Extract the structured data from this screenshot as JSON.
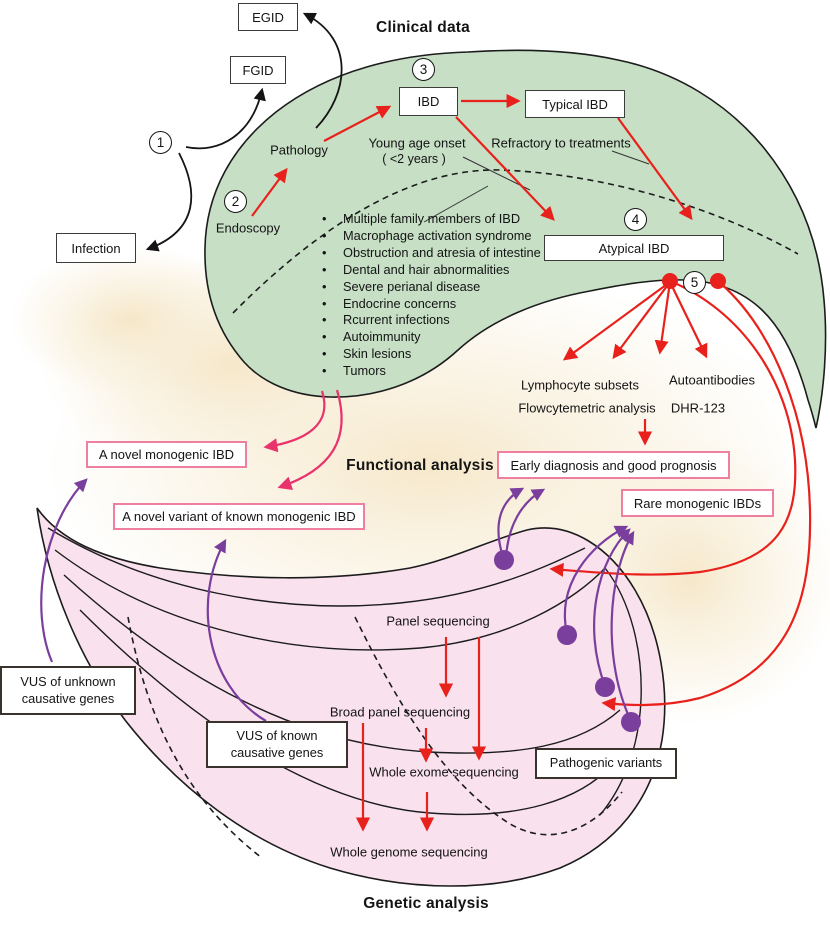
{
  "colors": {
    "region_green": "#c6dfc5",
    "region_pink": "#f9e1ed",
    "glow_cream": "#f5e5c4",
    "arrow_red": "#e8211c",
    "arrow_magenta": "#e8336d",
    "arrow_purple": "#7a3f9d",
    "arrow_black": "#141414",
    "border_pink": "#ef7fa0",
    "border_dark": "#3a332d"
  },
  "titles": {
    "clinical": "Clinical data",
    "functional": "Functional analysis",
    "genetic": "Genetic analysis"
  },
  "steps": [
    "1",
    "2",
    "3",
    "4",
    "5"
  ],
  "boxes": {
    "egid": "EGID",
    "fgid": "FGID",
    "infection": "Infection",
    "ibd": "IBD",
    "typical_ibd": "Typical IBD",
    "atypical_ibd": "Atypical IBD",
    "early_diagnosis": "Early diagnosis and good prognosis",
    "rare_monogenic": "Rare monogenic IBDs",
    "novel_monogenic": "A novel monogenic IBD",
    "novel_variant": "A novel variant of known monogenic IBD",
    "vus_unknown": "VUS of unknown causative genes",
    "vus_known": "VUS of known causative genes",
    "pathogenic_variants": "Pathogenic variants"
  },
  "labels": {
    "endoscopy": "Endoscopy",
    "pathology": "Pathology",
    "young_age_onset": "Young age onset",
    "young_age_years": "( <2 years )",
    "refractory": "Refractory to treatments",
    "lymphocyte_subsets": "Lymphocyte subsets",
    "flowcytometric": "Flowcytemetric analysis",
    "autoantibodies": "Autoantibodies",
    "dhr_123": "DHR-123",
    "panel_seq": "Panel sequencing",
    "broad_panel_seq": "Broad panel sequencing",
    "whole_exome_seq": "Whole exome sequencing",
    "whole_genome_seq": "Whole genome sequencing"
  },
  "atypical_features": [
    "Multiple family members of IBD",
    "Macrophage activation syndrome",
    "Obstruction and atresia of intestine",
    "Dental and hair abnormalities",
    "Severe perianal disease",
    "Endocrine concerns",
    "Rcurrent infections",
    "Autoimmunity",
    "Skin lesions",
    "Tumors"
  ]
}
